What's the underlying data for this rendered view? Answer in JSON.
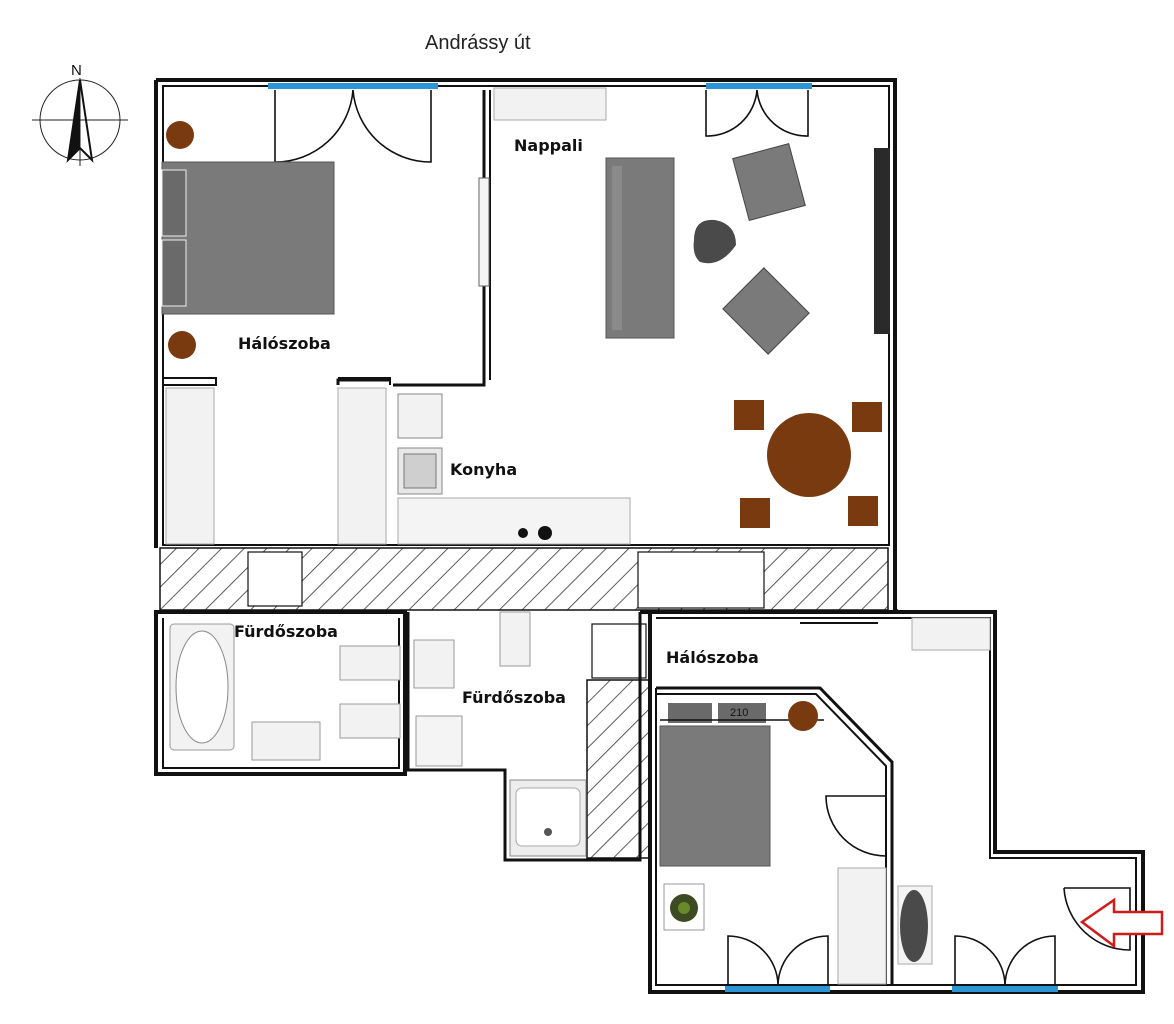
{
  "street": "Andrássy út",
  "compass": {
    "label": "N",
    "icon": "compass-icon"
  },
  "rooms": {
    "bedroom_1": "Hálószoba",
    "living": "Nappali",
    "kitchen": "Konyha",
    "bathroom_1": "Fürdőszoba",
    "bathroom_2": "Fürdőszoba",
    "bedroom_2": "Hálószoba"
  },
  "bed_dimension": "210",
  "entrance": {
    "icon": "entrance-arrow-icon"
  },
  "colors": {
    "wall": "#111111",
    "window": "#2b95d6",
    "furniture": "#7a7a7a",
    "wood": "#7a3a10",
    "hatch": "#333333",
    "arrow": "#d11a1a"
  }
}
